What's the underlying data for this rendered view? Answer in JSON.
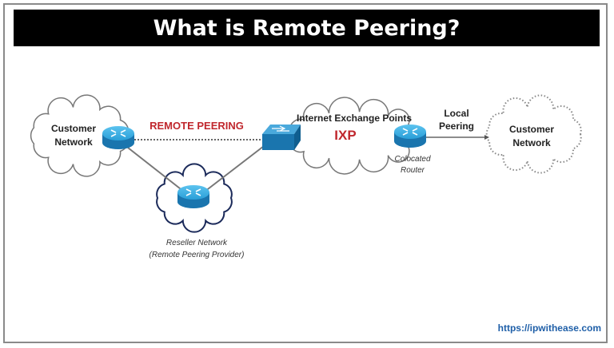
{
  "title": "What is Remote Peering?",
  "labels": {
    "customer_network_left": [
      "Customer",
      "Network"
    ],
    "remote_peering": "REMOTE PEERING",
    "ixp_title": "Internet Exchange Points",
    "ixp": "IXP",
    "local_peering": [
      "Local",
      "Peering"
    ],
    "customer_network_right": [
      "Customer",
      "Network"
    ],
    "colocated_router": [
      "Colocated",
      "Router"
    ],
    "reseller_network": [
      "Reseller Network",
      "(Remote Peering Provider)"
    ]
  },
  "watermark": "ipwithease.com",
  "footer": "https://ipwithease.com",
  "colors": {
    "accent_red": "#c0272d",
    "router_blue": "#1a86c0",
    "footer_blue": "#1f5fa8"
  }
}
